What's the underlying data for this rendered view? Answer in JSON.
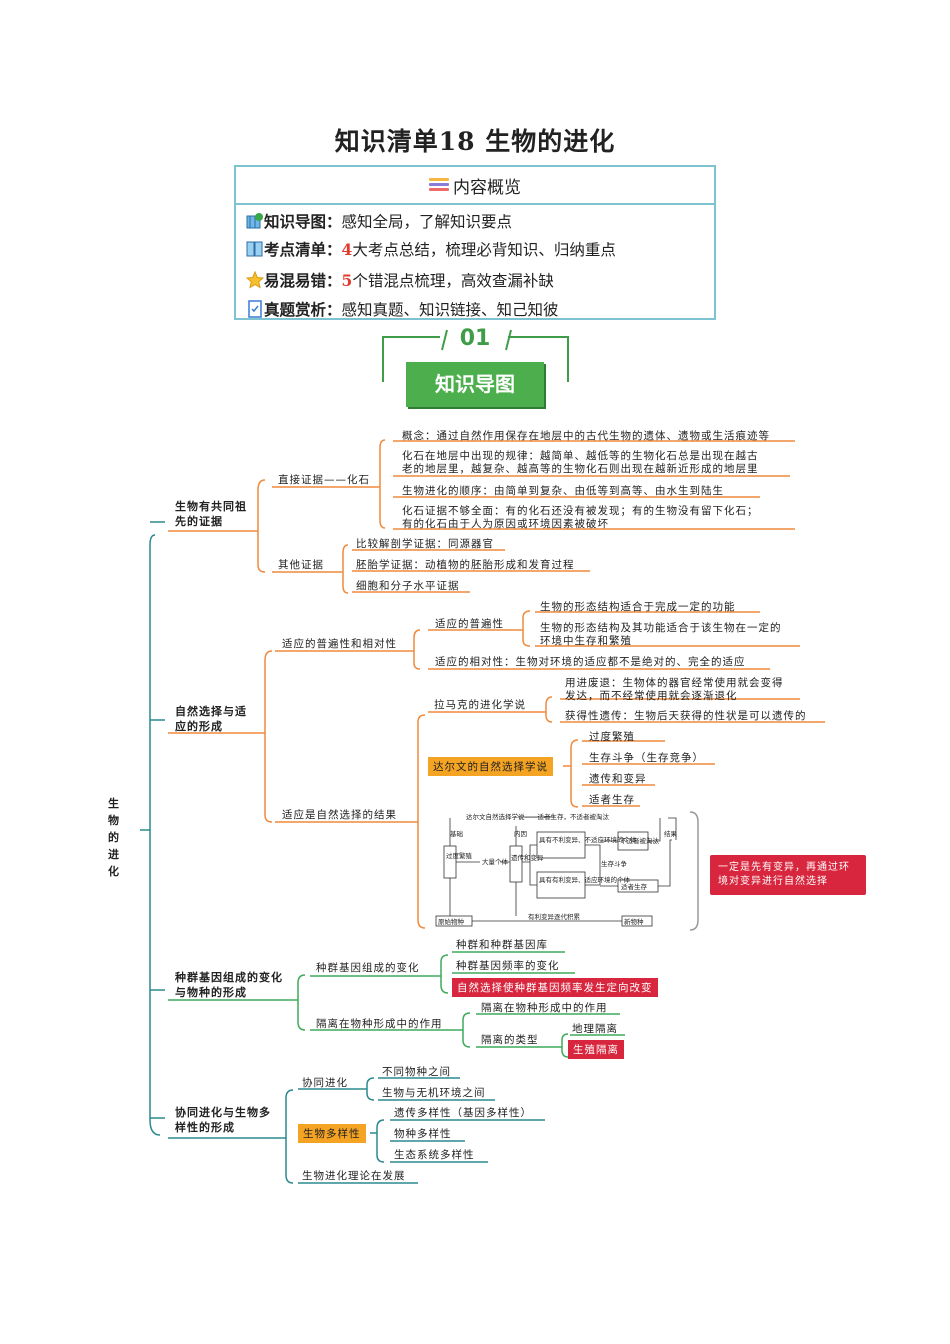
{
  "title": "知识清单18 生物的进化",
  "overview": {
    "header": "内容概览",
    "rows": [
      {
        "label": "知识导图：",
        "text": "感知全局，了解知识要点",
        "num": ""
      },
      {
        "label": "考点清单：",
        "num": "4",
        "text": "大考点总结，梳理必背知识、归纳重点"
      },
      {
        "label": "易混易错：",
        "num": "5",
        "text": "个错混点梳理，高效查漏补缺"
      },
      {
        "label": "真题赏析：",
        "text": "感知真题、知识链接、知己知彼",
        "num": ""
      }
    ]
  },
  "section": {
    "number": "01",
    "label": "知识导图"
  },
  "mindmap": {
    "root": "生物的进化",
    "b1": {
      "title": "生物有共同祖先的证据",
      "fossil": "直接证据——化石",
      "f1": "概念：通过自然作用保存在地层中的古代生物的遗体、遗物或生活痕迹等",
      "f2a": "化石在地层中出现的规律：越简单、越低等的生物化石总是出现在越古",
      "f2b": "老的地层里，越复杂、越高等的生物化石则出现在越新近形成的地层里",
      "f3": "生物进化的顺序：由简单到复杂、由低等到高等、由水生到陆生",
      "f4a": "化石证据不够全面：有的化石还没有被发现；有的生物没有留下化石；",
      "f4b": "有的化石由于人为原因或环境因素被破坏",
      "other": "其他证据",
      "o1": "比较解剖学证据：同源器官",
      "o2": "胚胎学证据：动植物的胚胎形成和发育过程",
      "o3": "细胞和分子水平证据"
    },
    "b2": {
      "title": "自然选择与适应的形成",
      "adapt": "适应的普遍性和相对性",
      "univ": "适应的普遍性",
      "u1": "生物的形态结构适合于完成一定的功能",
      "u2a": "生物的形态结构及其功能适合于该生物在一定的",
      "u2b": "环境中生存和繁殖",
      "rel": "适应的相对性：生物对环境的适应都不是绝对的、完全的适应",
      "result": "适应是自然选择的结果",
      "lamarck": "拉马克的进化学说",
      "l1a": "用进废退：生物体的器官经常使用就会变得",
      "l1b": "发达，而不经常使用就会逐渐退化",
      "l2": "获得性遗传：生物后天获得的性状是可以遗传的",
      "darwin": "达尔文的自然选择学说",
      "d1": "过度繁殖",
      "d2": "生存斗争（生存竞争）",
      "d3": "遗传和变异",
      "d4": "适者生存",
      "note": "一定是先有变异，再通过环境对变异进行自然选择",
      "diagram": {
        "top": "达尔文自然选择学说——适者生存，不适者被淘汰",
        "basis": "基础",
        "cause": "内因",
        "result": "结果",
        "over": "过度繁殖",
        "many": "大量个体",
        "hv": "遗传和变异",
        "bad": "具有不利变异、不适应环境的个体",
        "good": "具有有利变异、适应环境的个体",
        "struggle": "生存斗争",
        "elim": "不适者被淘汰",
        "survive": "适者生存",
        "origin": "原始物种",
        "accum": "有利变异逐代积累",
        "newsp": "新物种"
      }
    },
    "b3": {
      "title": "种群基因组成的变化与物种的形成",
      "g": "种群基因组成的变化",
      "g1": "种群和种群基因库",
      "g2": "种群基因频率的变化",
      "g3": "自然选择使种群基因频率发生定向改变",
      "iso": "隔离在物种形成中的作用",
      "i1": "隔离在物种形成中的作用",
      "itype": "隔离的类型",
      "it1": "地理隔离",
      "it2": "生殖隔离"
    },
    "b4": {
      "title": "协同进化与生物多样性的形成",
      "co": "协同进化",
      "c1": "不同物种之间",
      "c2": "生物与无机环境之间",
      "div": "生物多样性",
      "dv1": "遗传多样性（基因多样性）",
      "dv2": "物种多样性",
      "dv3": "生态系统多样性",
      "theory": "生物进化理论在发展"
    }
  }
}
